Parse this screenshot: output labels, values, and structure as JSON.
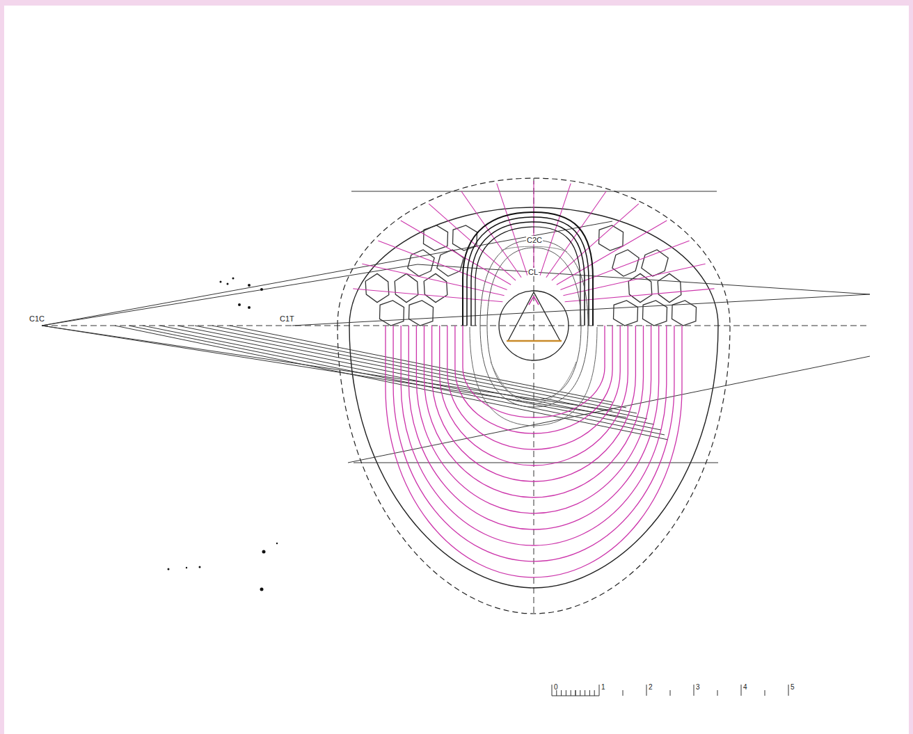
{
  "diagram": {
    "labels": [
      "C1C",
      "C1T",
      "C2C",
      "CL",
      "0",
      "1",
      "2",
      "3",
      "4",
      "5"
    ]
  }
}
